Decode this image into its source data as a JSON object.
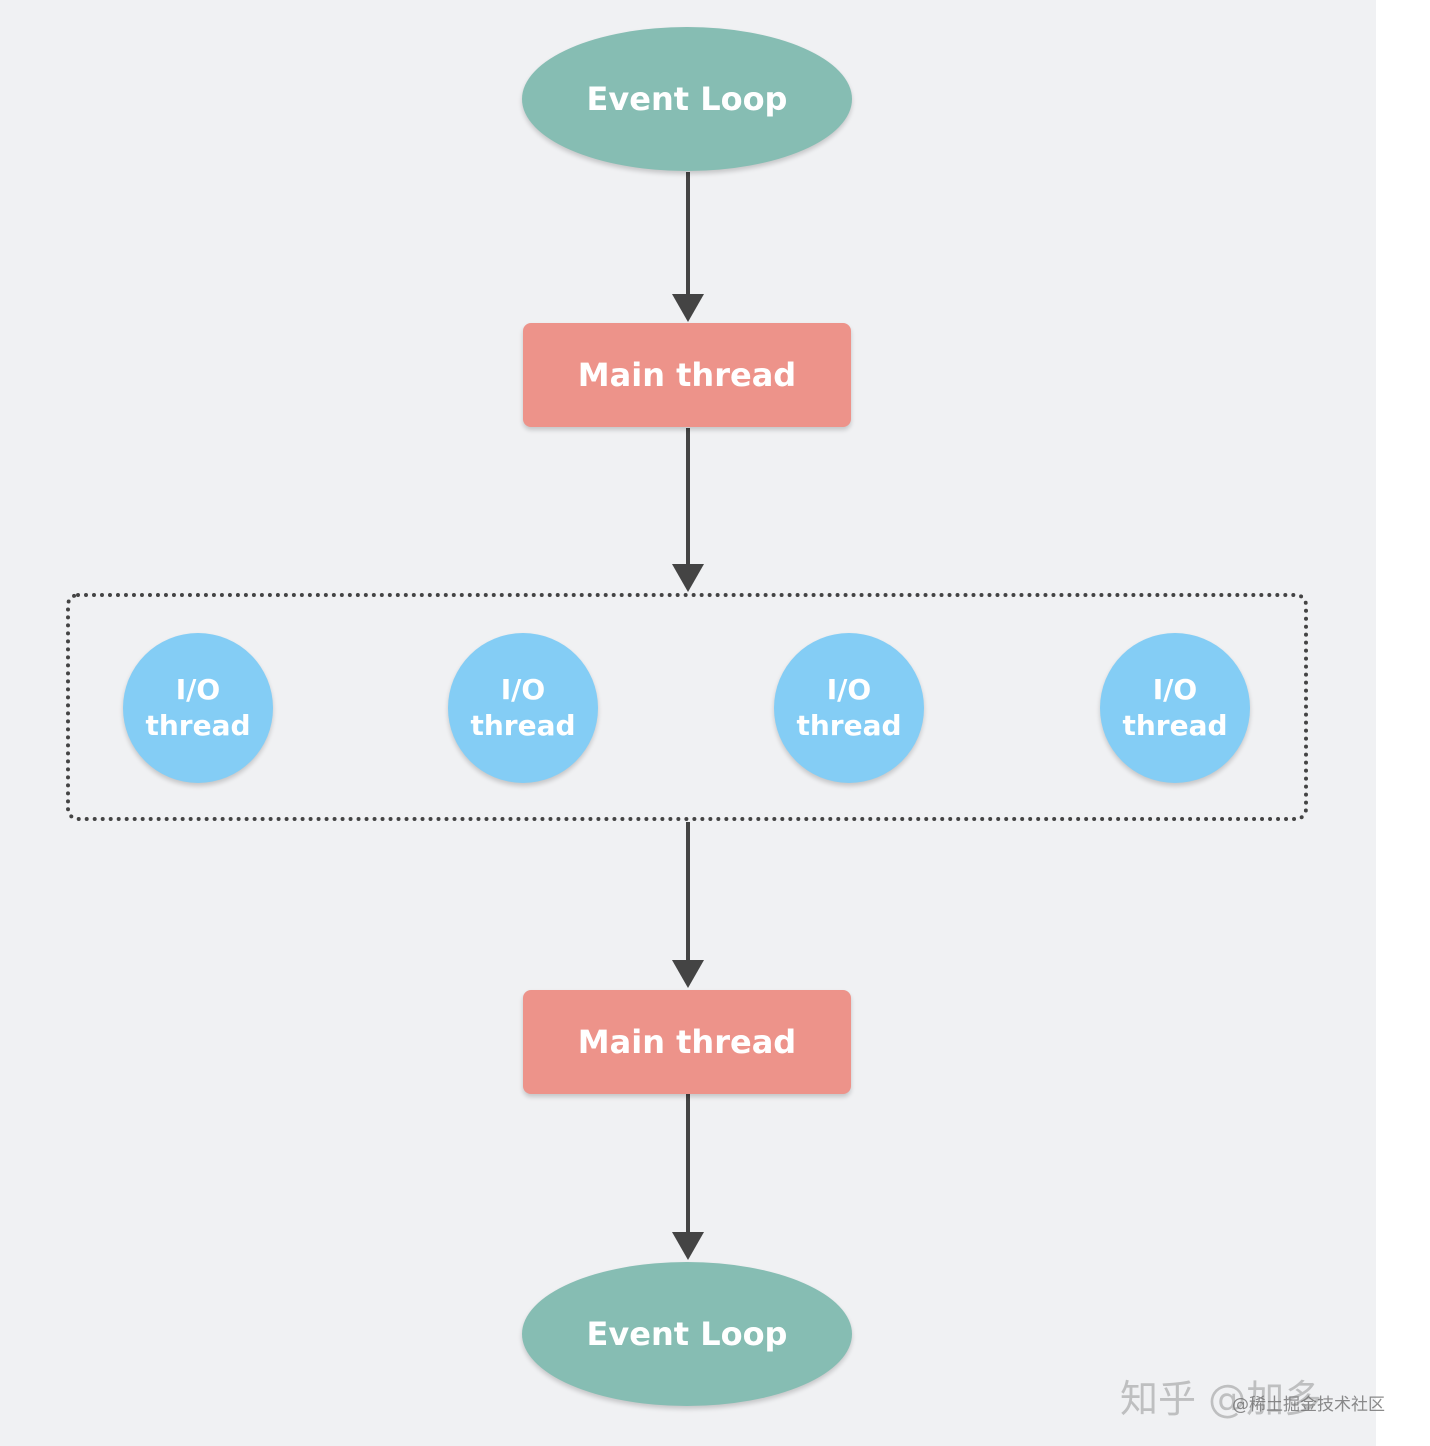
{
  "nodes": {
    "event_loop_top": "Event Loop",
    "main_thread_top": "Main thread",
    "io_threads": [
      {
        "line1": "I/O",
        "line2": "thread"
      },
      {
        "line1": "I/O",
        "line2": "thread"
      },
      {
        "line1": "I/O",
        "line2": "thread"
      },
      {
        "line1": "I/O",
        "line2": "thread"
      }
    ],
    "main_thread_bottom": "Main thread",
    "event_loop_bottom": "Event Loop"
  },
  "watermarks": {
    "zhihu": "知乎 @加多",
    "juejin": "@稀土掘金技术社区"
  },
  "colors": {
    "background": "#f0f1f3",
    "event_loop": "#86bdb3",
    "main_thread": "#ed938a",
    "io_thread": "#84cdf5",
    "arrow": "#444444"
  }
}
